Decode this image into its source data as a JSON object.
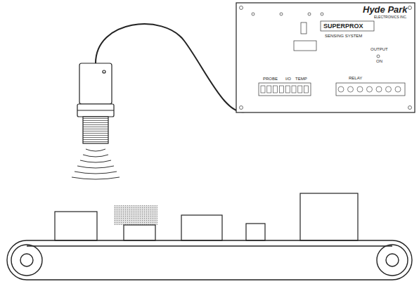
{
  "diagram": {
    "nodes": [
      {
        "text": [
          "Hyde Park",
          "ELECTRONICS INC.",
          "SUPERPROX",
          "SENSING SYSTEM",
          "OUTPUT",
          "ON",
          "RELAY",
          "PROBE",
          "I/O",
          "TEMP"
        ]
      }
    ]
  }
}
